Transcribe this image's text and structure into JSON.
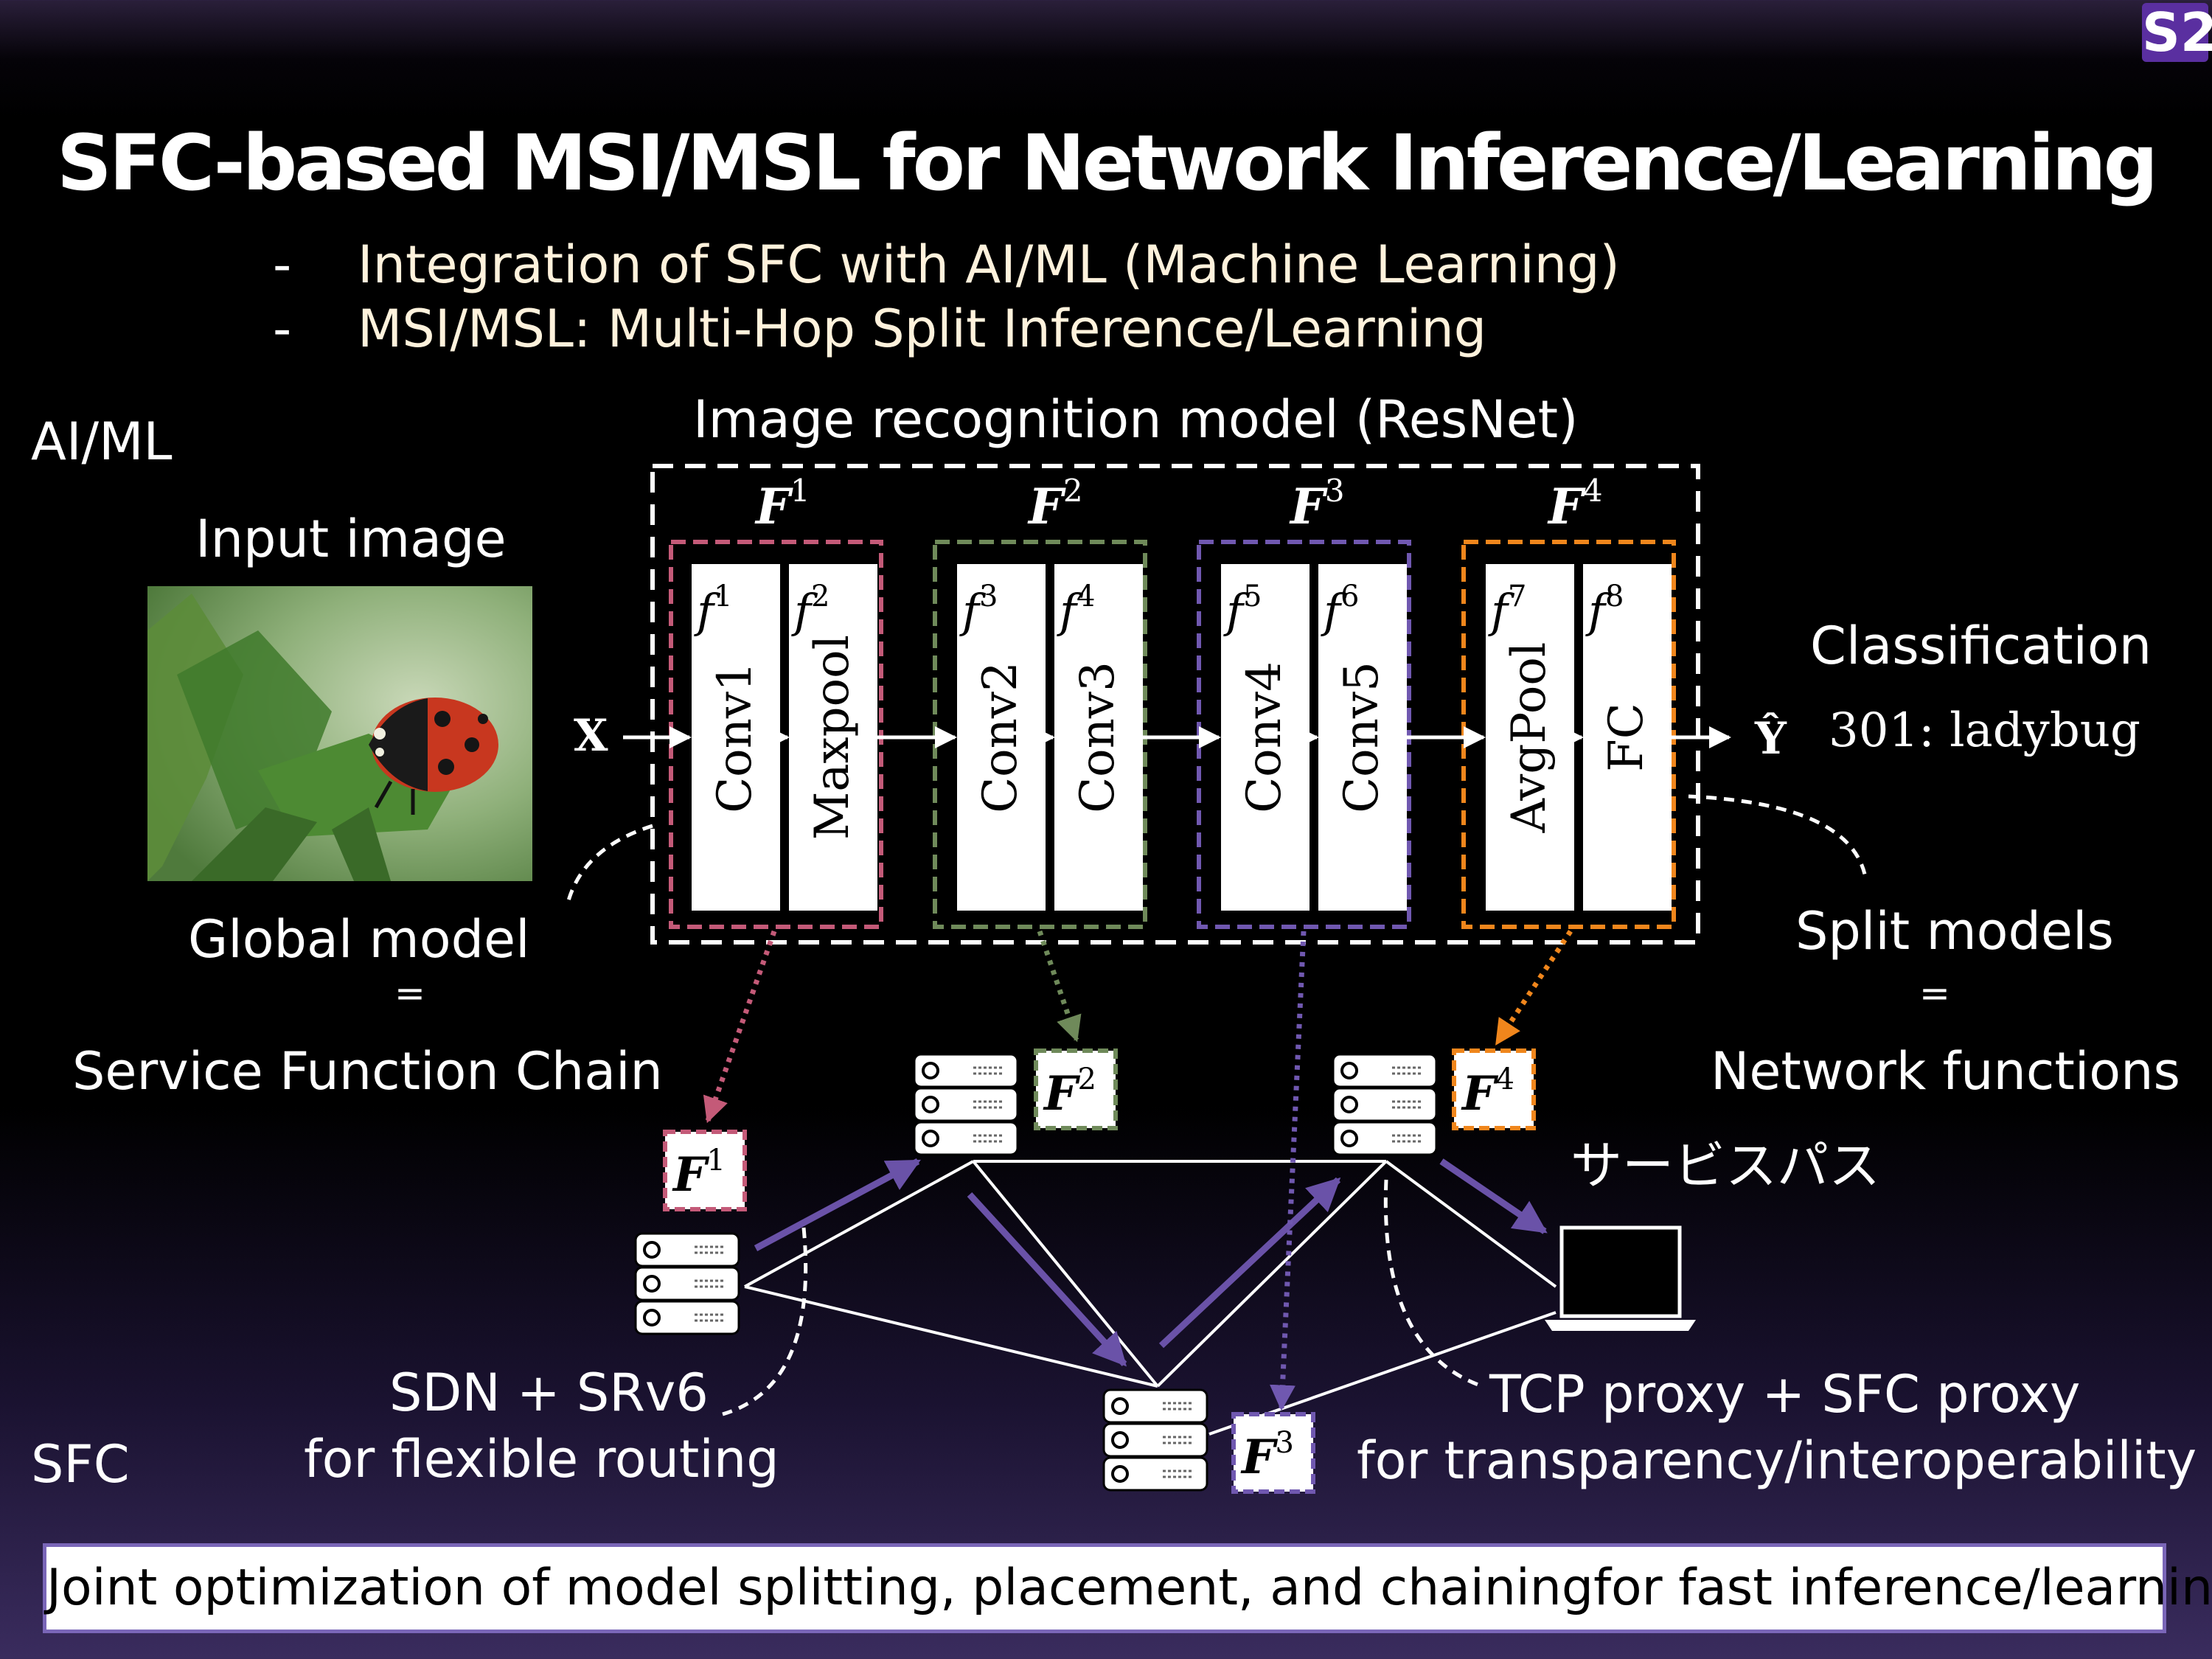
{
  "logo": "S2",
  "title": "SFC-based MSI/MSL for Network Inference/Learning",
  "bullets": [
    {
      "dash": "-",
      "text": "Integration of SFC with AI/ML (Machine Learning)"
    },
    {
      "dash": "-",
      "text": "MSI/MSL: Multi-Hop Split Inference/Learning"
    }
  ],
  "labels": {
    "aiml": "AI/ML",
    "sfc": "SFC",
    "model_title": "Image recognition model (ResNet)",
    "input_image": "Input image",
    "classification": "Classification",
    "global_model": "Global model",
    "global_eq": "=",
    "service_chain": "Service Function Chain",
    "split_models": "Split models",
    "split_eq": "=",
    "network_functions": "Network functions",
    "service_path": "サービスパス",
    "sdn_line1": "SDN + SRv6",
    "sdn_line2": "for flexible routing",
    "tcp_line1": "TCP proxy + SFC proxy",
    "tcp_line2": "for transparency/interoperability"
  },
  "model": {
    "input_symbol": "X",
    "output_symbol": "Ŷ",
    "output_label": "301: ladybug",
    "groups": [
      {
        "name": "F",
        "sup": "1",
        "color": "#c45a78"
      },
      {
        "name": "F",
        "sup": "2",
        "color": "#6f8a5a"
      },
      {
        "name": "F",
        "sup": "3",
        "color": "#7058b0"
      },
      {
        "name": "F",
        "sup": "4",
        "color": "#f0861c"
      }
    ],
    "layers": [
      {
        "f": "f",
        "sup": "1",
        "name": "Conv1"
      },
      {
        "f": "f",
        "sup": "2",
        "name": "Maxpool"
      },
      {
        "f": "f",
        "sup": "3",
        "name": "Conv2"
      },
      {
        "f": "f",
        "sup": "4",
        "name": "Conv3"
      },
      {
        "f": "f",
        "sup": "5",
        "name": "Conv4"
      },
      {
        "f": "f",
        "sup": "6",
        "name": "Conv5"
      },
      {
        "f": "f",
        "sup": "7",
        "name": "AvgPool"
      },
      {
        "f": "f",
        "sup": "8",
        "name": "FC"
      }
    ]
  },
  "footer": "Joint optimization of model splitting, placement, and chainingfor fast inference/learning",
  "colors": {
    "path_arrow": "#6a52a8",
    "bullet_text": "#fff2dc",
    "footer_border": "#7a66b8"
  },
  "icons": [
    "server-icon",
    "laptop-icon",
    "ladybug-photo"
  ]
}
